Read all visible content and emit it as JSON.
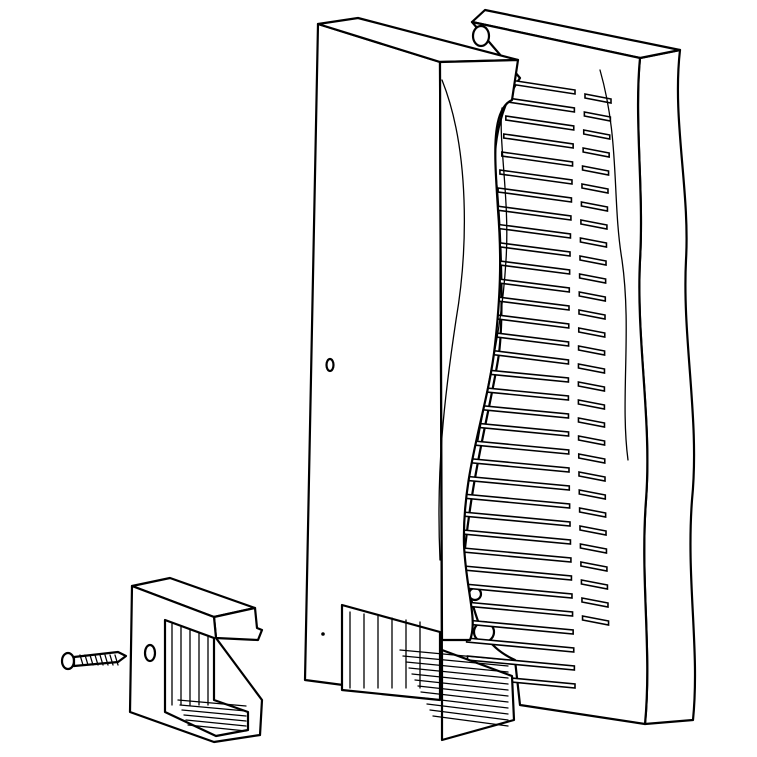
{
  "figure": {
    "background": "#ffffff",
    "line_color": "#000000",
    "parts": [
      {
        "name": "screw",
        "icon": "screw-icon"
      },
      {
        "name": "small-clip-bracket",
        "icon": "bracket-icon"
      },
      {
        "name": "main-front-panel",
        "icon": "panel-icon"
      },
      {
        "name": "rear-slotted-grille",
        "icon": "grille-icon"
      }
    ]
  }
}
